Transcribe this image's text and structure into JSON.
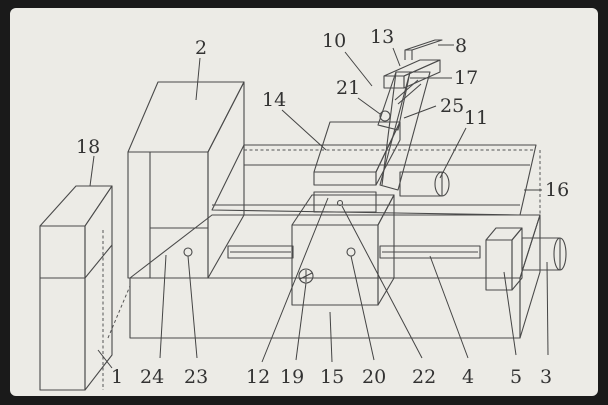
{
  "figure": {
    "labels": [
      "1",
      "2",
      "3",
      "4",
      "5",
      "8",
      "10",
      "11",
      "12",
      "13",
      "14",
      "15",
      "16",
      "17",
      "18",
      "19",
      "20",
      "21",
      "22",
      "23",
      "24",
      "25"
    ]
  },
  "colors": {
    "paper": "#ecebe6",
    "frame": "#1a1a1a",
    "ink": "#4a4a4a"
  }
}
